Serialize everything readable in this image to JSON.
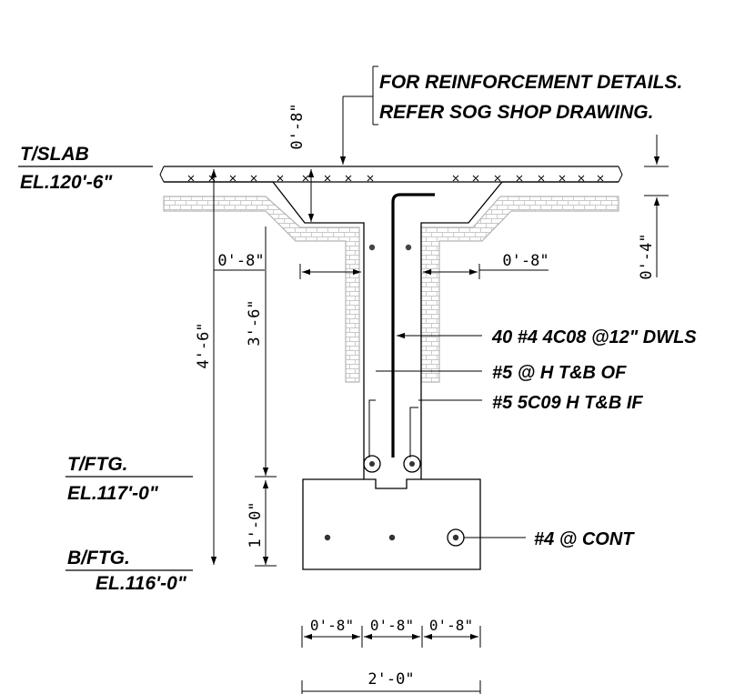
{
  "note": {
    "line1": "FOR REINFORCEMENT DETAILS.",
    "line2": "REFER SOG SHOP DRAWING."
  },
  "elevations": {
    "slab_label": "T/SLAB",
    "slab_value": "EL.120'-6\"",
    "footing_top_label": "T/FTG.",
    "footing_top_value": "EL.117'-0\"",
    "footing_bottom_label": "B/FTG.",
    "footing_bottom_value": "EL.116'-0\""
  },
  "callouts": {
    "dowels": "40 #4 4C08 @12\" DWLS",
    "outer_face": "#5 @ H T&B OF",
    "inner_face": "#5 5C09  H T&B IF",
    "footing_bar": "#4 @ CONT"
  },
  "dimensions": {
    "slab_thickening_depth": "0'-8\"",
    "slab_thickness": "0'-4\"",
    "haunch_left": "0'-8\"",
    "haunch_right": "0'-8\"",
    "wall_height": "3'-6\"",
    "total_height": "4'-6\"",
    "footing_depth": "1'-0\"",
    "footing_seg_left": "0'-8\"",
    "footing_seg_mid": "0'-8\"",
    "footing_seg_right": "0'-8\"",
    "footing_width": "2'-0\""
  }
}
